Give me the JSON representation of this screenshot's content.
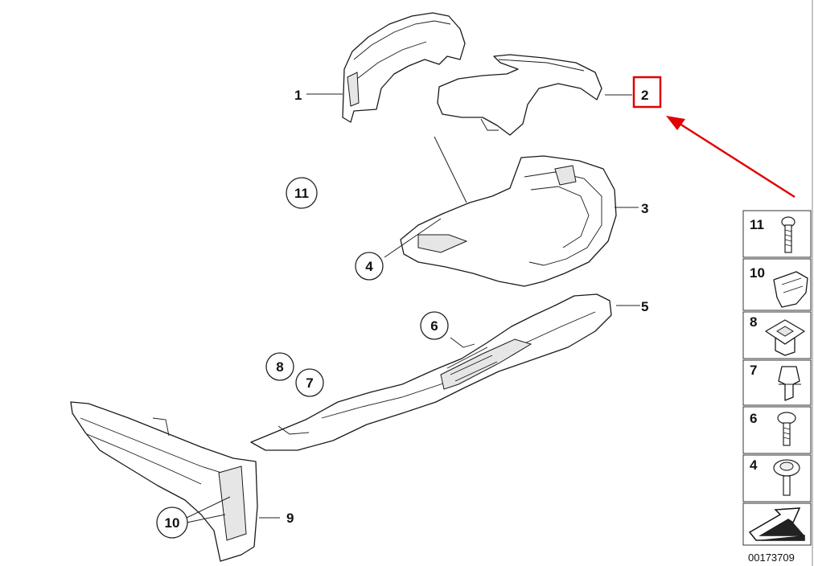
{
  "diagram": {
    "callouts": {
      "p1": "1",
      "p2": "2",
      "p3": "3",
      "p4": "4",
      "p5": "5",
      "p6": "6",
      "p7": "7",
      "p8": "8",
      "p9": "9",
      "p10": "10",
      "p11": "11"
    },
    "highlight_color": "#e00000",
    "arrow_color": "#e00000"
  },
  "fastener_panel": {
    "items": [
      "11",
      "10",
      "8",
      "7",
      "6",
      "4"
    ]
  },
  "diagram_code": "00173709"
}
